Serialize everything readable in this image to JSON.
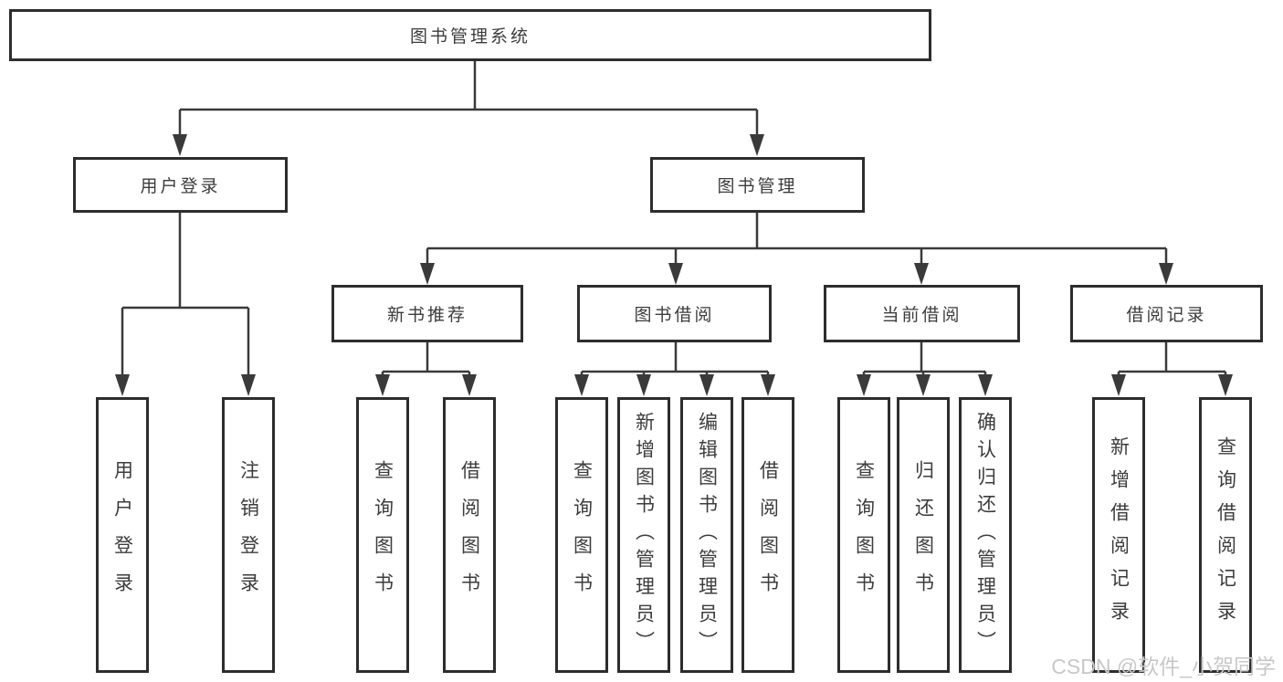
{
  "nodes": {
    "root": "图书管理系统",
    "level2": [
      "用户登录",
      "图书管理"
    ],
    "level3": [
      "新书推荐",
      "图书借阅",
      "当前借阅",
      "借阅记录"
    ],
    "leaves": [
      "用户登录",
      "注销登录",
      "查询图书",
      "借阅图书",
      "查询图书",
      "新增图书（管理员）",
      "编辑图书（管理员）",
      "借阅图书",
      "查询图书",
      "归还图书",
      "确认归还（管理员）",
      "新增借阅记录",
      "查询借阅记录"
    ]
  },
  "watermark": "CSDN @软件_小贺同学",
  "colors": {
    "line": "#3a3a3a",
    "box-border": "#2d2d2d",
    "text": "#3c3c3c",
    "watermark": "#c8c8c8",
    "background": "#ffffff"
  }
}
